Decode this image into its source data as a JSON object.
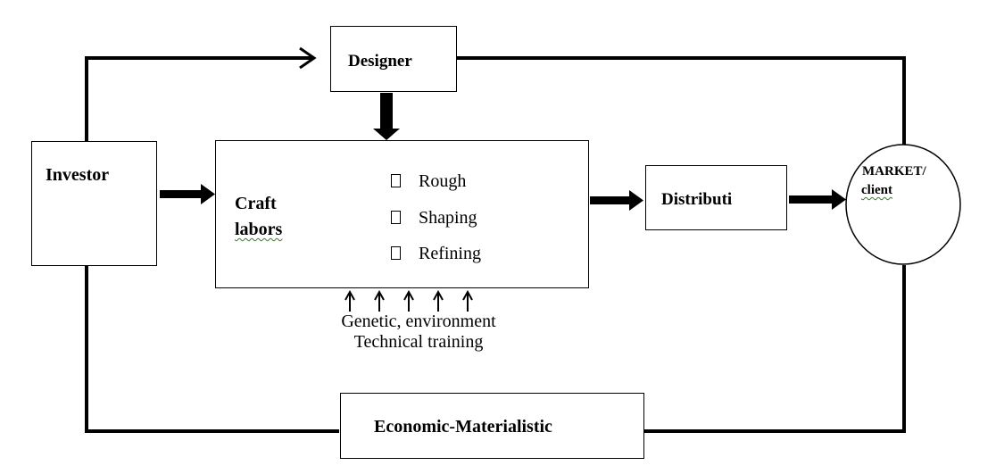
{
  "nodes": {
    "designer": "Designer",
    "investor": "Investor",
    "craft_labors": [
      "Craft",
      "labors"
    ],
    "distribution": "Distributi",
    "market": [
      "MARKET/",
      "client"
    ],
    "economic": "Economic-Materialistic"
  },
  "process_steps": [
    "Rough",
    "Shaping",
    "Refining"
  ],
  "influences": [
    "Genetic, environment",
    "Technical training"
  ]
}
